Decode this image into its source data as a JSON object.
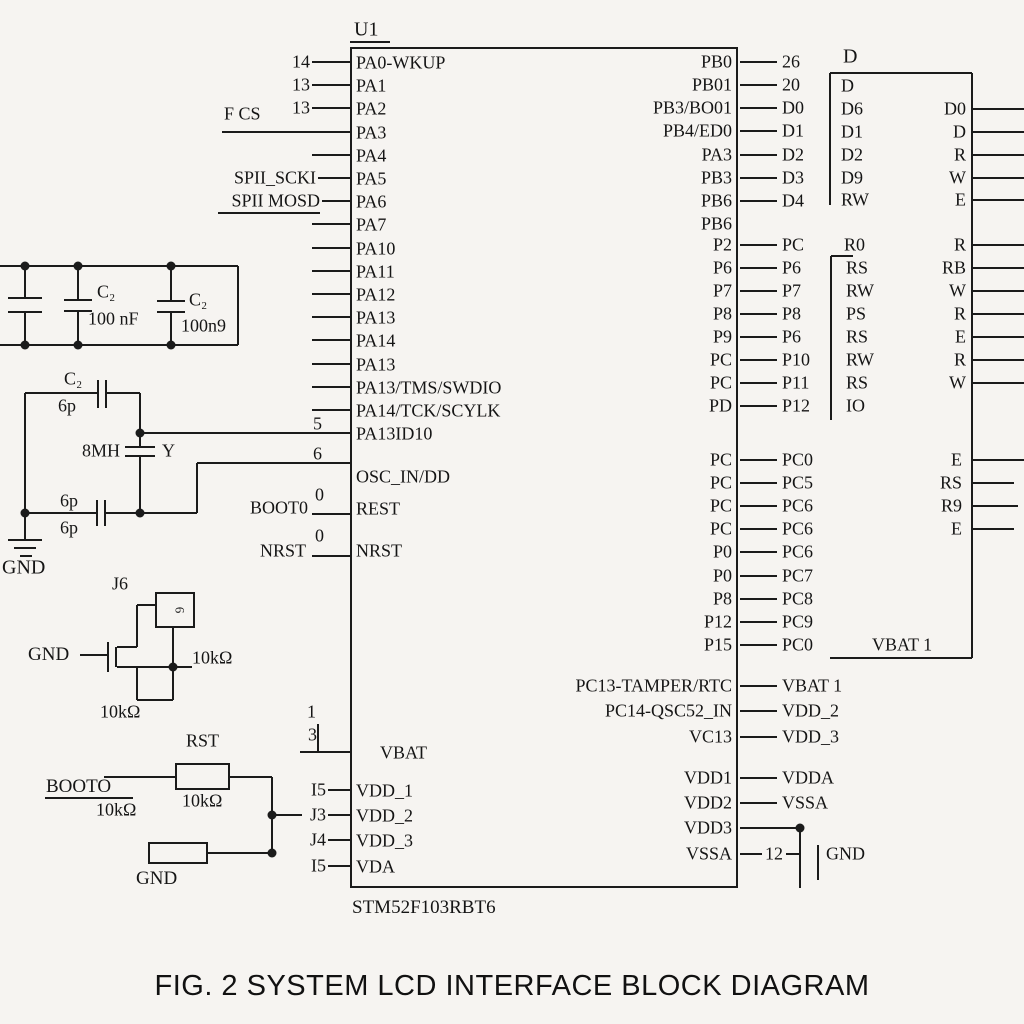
{
  "caption": "FIG. 2 SYSTEM LCD INTERFACE BLOCK DIAGRAM",
  "colors": {
    "background": "#f6f4f1",
    "line": "#1b1b1b",
    "text": "#151515"
  },
  "mcu": {
    "refdes": "U1",
    "part_number": "STM52F103RBT6",
    "left_pin_rows": [
      {
        "num": "14",
        "name": "PA0-WKUP"
      },
      {
        "num": "13",
        "name": "PA1"
      },
      {
        "num": "13",
        "name": "PA2"
      },
      {
        "ext": "F CS",
        "name": "PA3"
      },
      {
        "name": "PA4"
      },
      {
        "ext": "SPII_SCKI",
        "name": "PA5"
      },
      {
        "ext": "SPII MOSD",
        "name": "PA6"
      },
      {
        "name": "PA7"
      },
      {
        "name": "PA10"
      },
      {
        "name": "PA11"
      },
      {
        "name": "PA12"
      },
      {
        "name": "PA13"
      },
      {
        "name": "PA14"
      },
      {
        "name": "PA13"
      },
      {
        "name": "PA13/TMS/SWDIO"
      },
      {
        "name": "PA14/TCK/SCYLK"
      },
      {
        "num": "5",
        "name": "PA13ID10"
      }
    ],
    "osc_row": {
      "num": "6",
      "name": "OSC_IN/DD"
    },
    "boot_row": {
      "num": "0",
      "ext": "BOOT0",
      "name": "REST"
    },
    "nrst_row": {
      "num": "0",
      "ext": "NRST",
      "name": "NRST"
    },
    "power_rows": [
      {
        "ticks": [
          "1",
          "3"
        ],
        "name": "VBAT"
      },
      {
        "ext": "I5",
        "name": "VDD_1"
      },
      {
        "ext": "J3",
        "name": "VDD_2"
      },
      {
        "ext": "J4",
        "name": "VDD_3"
      },
      {
        "ext": "I5",
        "name": "VDA"
      }
    ],
    "right_groups": [
      {
        "rows": [
          {
            "name": "PB0",
            "ext": "26"
          },
          {
            "name": "PB01",
            "ext": "20"
          },
          {
            "name": "PB3/BO01",
            "ext": "D0"
          },
          {
            "name": "PB4/ED0",
            "ext": "D1"
          },
          {
            "name": "PA3",
            "ext": "D2"
          },
          {
            "name": "PB3",
            "ext": "D3"
          },
          {
            "name": "PB6",
            "ext": "D4"
          },
          {
            "name": "PB6"
          }
        ]
      },
      {
        "rows": [
          {
            "name": "P2",
            "ext": "PC"
          },
          {
            "name": "P6",
            "ext": "P6"
          },
          {
            "name": "P7",
            "ext": "P7"
          },
          {
            "name": "P8",
            "ext": "P8"
          },
          {
            "name": "P9",
            "ext": "P6"
          },
          {
            "name": "PC",
            "ext": "P10"
          },
          {
            "name": "PC",
            "ext": "P11"
          },
          {
            "name": "PD",
            "ext": "P12"
          }
        ]
      },
      {
        "rows": [
          {
            "name": "PC",
            "ext": "PC0"
          },
          {
            "name": "PC",
            "ext": "PC5"
          },
          {
            "name": "PC",
            "ext": "PC6"
          },
          {
            "name": "PC",
            "ext": "PC6"
          },
          {
            "name": "P0",
            "ext": "PC6"
          },
          {
            "name": "P0",
            "ext": "PC7"
          },
          {
            "name": "P8",
            "ext": "PC8"
          },
          {
            "name": "P12",
            "ext": "PC9"
          },
          {
            "name": "P15",
            "ext": "PC0"
          }
        ]
      },
      {
        "rows": [
          {
            "name": "PC13-TAMPER/RTC",
            "ext": "VBAT 1"
          },
          {
            "name": "PC14-QSC52_IN",
            "ext": "VDD_2"
          },
          {
            "name": "VC13",
            "ext": "VDD_3"
          }
        ]
      },
      {
        "rows": [
          {
            "name": "VDD1",
            "ext": "VDDA"
          },
          {
            "name": "VDD2",
            "ext": "VSSA"
          },
          {
            "name": "VDD3"
          },
          {
            "name": "VSSA",
            "ext": "12"
          }
        ]
      }
    ]
  },
  "lcd": {
    "header": "D",
    "s1_left": [
      "D",
      "D6",
      "D1",
      "D2",
      "D9",
      "RW"
    ],
    "s1_right": [
      "D0",
      "D",
      "R",
      "W",
      "E"
    ],
    "s2_header": "R0",
    "s2_left": [
      "RS",
      "RW",
      "PS",
      "RS",
      "RW",
      "RS",
      "IO"
    ],
    "s2_right": [
      "R",
      "RB",
      "W",
      "R",
      "E",
      "R",
      "W"
    ],
    "s3_right": [
      "E",
      "RS",
      "R9",
      "E"
    ],
    "bottom_label": "VBAT 1"
  },
  "components": {
    "cap_bank": {
      "c1_label": "C₂",
      "c1_value": "100 nF",
      "c2_label": "C₂",
      "c2_value": "100n9"
    },
    "crystal": {
      "cap_top_label": "C₂",
      "cap_top_value": "6p",
      "osc_label": "8MH",
      "crystal_ref": "Y",
      "cap_bot_value1": "6p",
      "cap_bot_value2": "6p",
      "gnd": "GND"
    },
    "j6": {
      "ref": "J6",
      "glyph": "6",
      "gnd": "GND",
      "r1": "10kΩ",
      "r2": "10kΩ"
    },
    "rst": {
      "ref": "RST",
      "boot_label": "BOOTO",
      "r1": "10kΩ",
      "r2": "10kΩ",
      "gnd": "GND"
    },
    "agnd": {
      "gnd": "GND"
    }
  }
}
